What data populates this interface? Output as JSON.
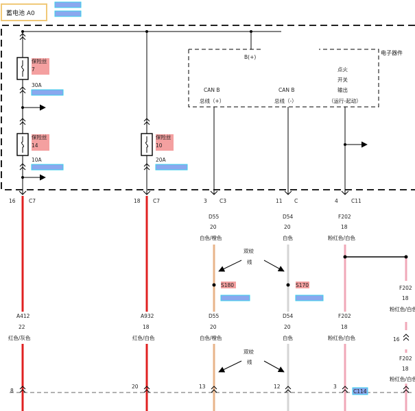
{
  "header": {
    "title": "蓄电池 A0"
  },
  "fuses": {
    "f7": {
      "name": "保险丝",
      "number": "7",
      "rating": "30A"
    },
    "f14": {
      "name": "保险丝",
      "number": "14",
      "rating": "10A"
    },
    "f10": {
      "name": "保险丝",
      "number": "10",
      "rating": "20A"
    }
  },
  "module": {
    "title": "电子器件",
    "b_plus": "B(+)",
    "pin_can_hi": [
      "CAN B",
      "总线（+）"
    ],
    "pin_can_lo": [
      "CAN B",
      "总线（-）"
    ],
    "pin_ign": [
      "点火",
      "开关",
      "输出",
      "（运行-起动）"
    ]
  },
  "connectors_top": {
    "c16": {
      "pin": "16",
      "name": "C7"
    },
    "c18": {
      "pin": "18",
      "name": "C7"
    },
    "c3": {
      "pin": "3",
      "name": "C3"
    },
    "c11a": {
      "pin": "11",
      "name": "C"
    },
    "c4": {
      "pin": "4",
      "name": "C11"
    }
  },
  "wires": {
    "d55": {
      "id": "D55",
      "gauge": "20",
      "color": "白色/橙色"
    },
    "d54": {
      "id": "D54",
      "gauge": "20",
      "color": "白色"
    },
    "f202": {
      "id": "F202",
      "gauge": "18",
      "color": "粉红色/白色"
    },
    "a412": {
      "id": "A412",
      "gauge": "22",
      "color": "红色/灰色"
    },
    "a932": {
      "id": "A932",
      "gauge": "18",
      "color": "红色/白色"
    }
  },
  "twisted": {
    "label_1": "双绞",
    "label_2": "线"
  },
  "splices": {
    "s180": "S180",
    "s170": "S170"
  },
  "connectors_bottom": {
    "p8": "8",
    "p20": "20",
    "p13": "13",
    "p12": "12",
    "p3": "3",
    "c114": "C114",
    "p16": "16"
  },
  "colors": {
    "red": "#e02020",
    "orange": "#e8b48a",
    "white_wire": "#d4d4d4",
    "pink": "#f0a8b8",
    "fuse_fill": "#f4a0a0",
    "link_fill": "#8aa8ee",
    "link_border": "#38d0ec",
    "title_border": "#f0c878"
  }
}
